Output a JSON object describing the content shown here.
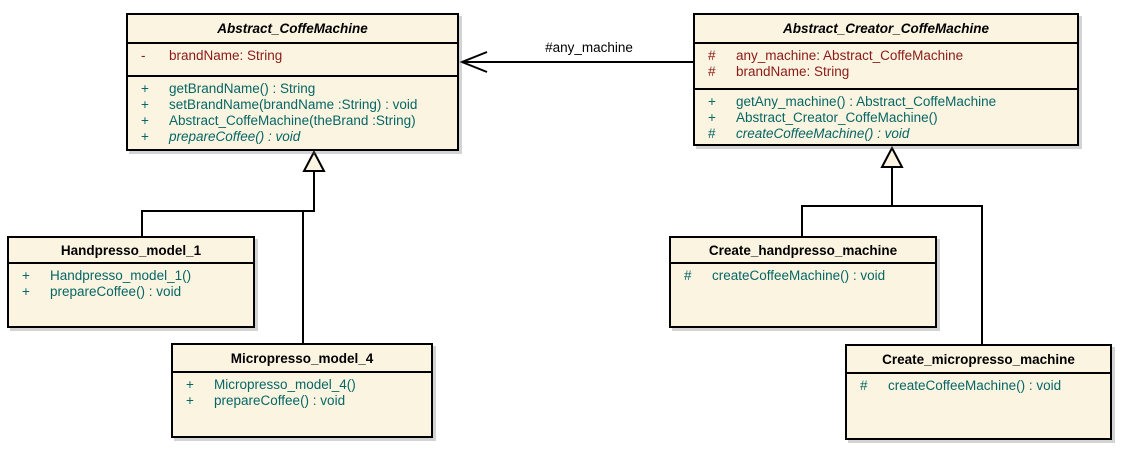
{
  "colors": {
    "box_fill": "#FBF4E0",
    "border": "#000000",
    "attribute_text": "#8B1A1A",
    "method_text": "#066666",
    "title_text": "#000000"
  },
  "association_label": "#any_machine",
  "classes": {
    "abstract_coffemachine": {
      "title": "Abstract_CoffeMachine",
      "attributes": [
        {
          "visibility": "-",
          "signature": "brandName: String"
        }
      ],
      "methods": [
        {
          "visibility": "+",
          "signature": "getBrandName() : String"
        },
        {
          "visibility": "+",
          "signature": "setBrandName(brandName :String) : void"
        },
        {
          "visibility": "+",
          "signature": "Abstract_CoffeMachine(theBrand :String)"
        },
        {
          "visibility": "+",
          "signature": "prepareCoffee() : void"
        }
      ]
    },
    "abstract_creator_coffemachine": {
      "title": "Abstract_Creator_CoffeMachine",
      "attributes": [
        {
          "visibility": "#",
          "signature": "any_machine: Abstract_CoffeMachine"
        },
        {
          "visibility": "#",
          "signature": "brandName: String"
        }
      ],
      "methods": [
        {
          "visibility": "+",
          "signature": "getAny_machine() : Abstract_CoffeMachine"
        },
        {
          "visibility": "+",
          "signature": "Abstract_Creator_CoffeMachine()"
        },
        {
          "visibility": "#",
          "signature": "createCoffeeMachine() : void"
        }
      ]
    },
    "handpresso_model_1": {
      "title": "Handpresso_model_1",
      "methods": [
        {
          "visibility": "+",
          "signature": "Handpresso_model_1()"
        },
        {
          "visibility": "+",
          "signature": "prepareCoffee() : void"
        }
      ]
    },
    "micropresso_model_4": {
      "title": "Micropresso_model_4",
      "methods": [
        {
          "visibility": "+",
          "signature": "Micropresso_model_4()"
        },
        {
          "visibility": "+",
          "signature": "prepareCoffee() : void"
        }
      ]
    },
    "create_handpresso_machine": {
      "title": "Create_handpresso_machine",
      "methods": [
        {
          "visibility": "#",
          "signature": "createCoffeeMachine() : void"
        }
      ]
    },
    "create_micropresso_machine": {
      "title": "Create_micropresso_machine",
      "methods": [
        {
          "visibility": "#",
          "signature": "createCoffeeMachine() : void"
        }
      ]
    }
  }
}
